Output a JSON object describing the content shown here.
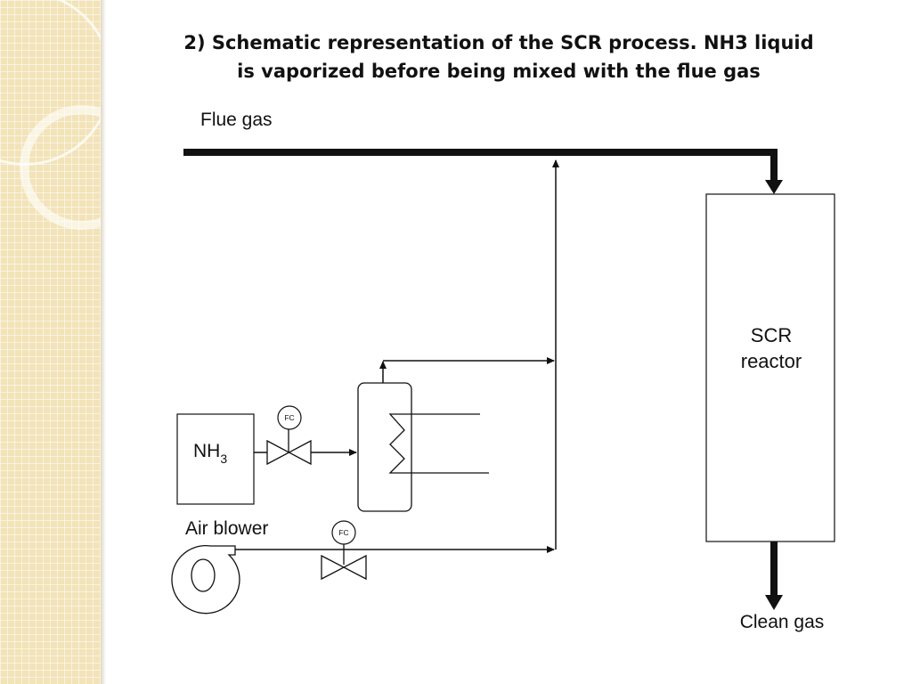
{
  "title": {
    "line1": "2) Schematic representation of the SCR process. NH3 liquid",
    "line2": "is vaporized before being mixed with the flue gas"
  },
  "diagram": {
    "flue_gas_label": "Flue gas",
    "reactor_label_line1": "SCR",
    "reactor_label_line2": "reactor",
    "tank_label": "NH",
    "tank_label_subscript": "3",
    "fc_label": "FC",
    "air_blower_label": "Air blower",
    "clean_gas_label": "Clean gas"
  }
}
